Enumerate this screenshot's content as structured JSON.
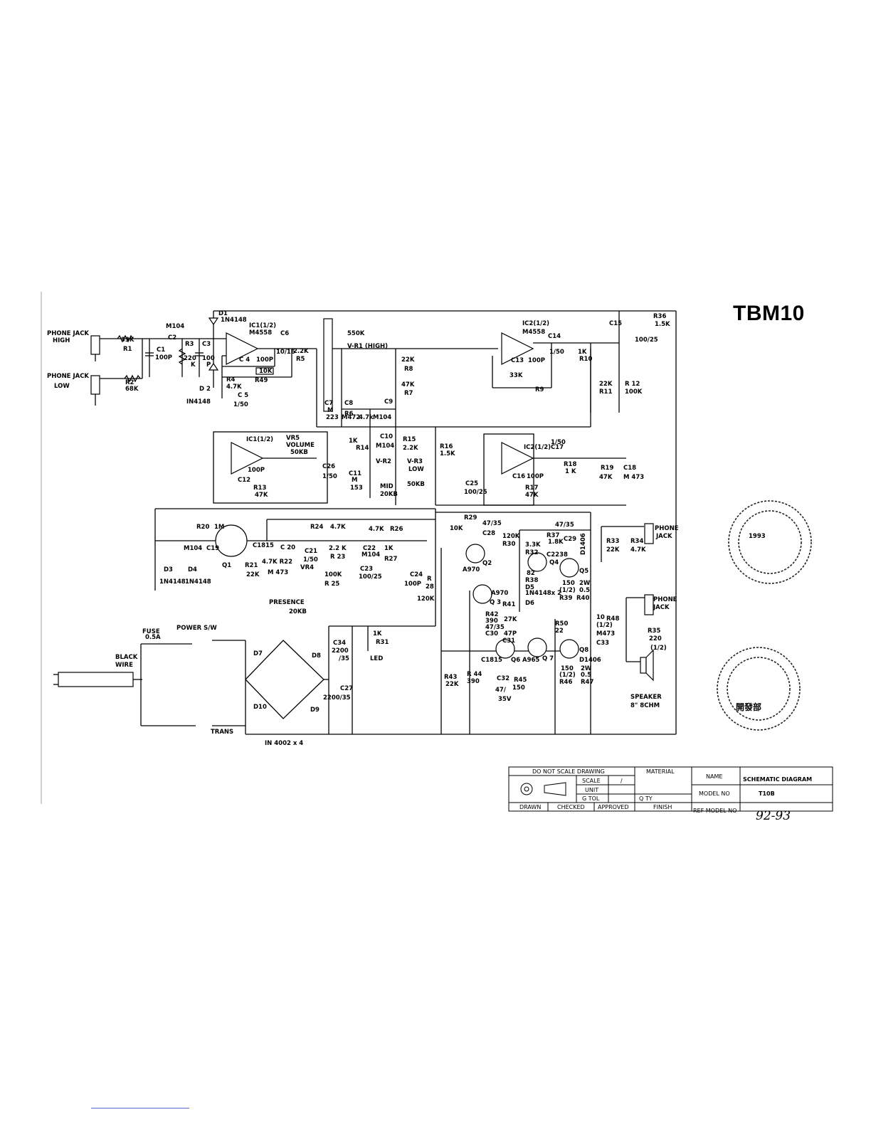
{
  "title": "TBM10",
  "inputs": {
    "jack_high": [
      "PHONE JACK",
      "HIGH"
    ],
    "jack_low": [
      "PHONE JACK",
      "LOW"
    ],
    "r1": [
      "33K",
      "R1"
    ],
    "r2": [
      "R2",
      "68K"
    ],
    "c1": [
      "C1",
      "100P"
    ],
    "c2": [
      "M104",
      "C2"
    ],
    "r3": [
      "R3",
      "220",
      "K"
    ],
    "c3": [
      "C3",
      "100",
      "P"
    ],
    "d1": [
      "D1",
      "1N4148"
    ],
    "d2": [
      "D 2",
      "IN4148"
    ]
  },
  "ic1a": {
    "label": [
      "IC1(1/2)",
      "M4558"
    ],
    "c6": "C6",
    "c6v": "10/16",
    "r5": [
      "2.2K",
      "R5"
    ],
    "c4": [
      "C 4",
      "100P"
    ],
    "r49": [
      "10K",
      "R49"
    ],
    "r4": [
      "R4",
      "4.7K"
    ],
    "c5": [
      "C 5",
      "1/50"
    ]
  },
  "tone": {
    "vr1": [
      "550K",
      "V-R1 (HIGH)"
    ],
    "c7": [
      "C7",
      "M",
      "223"
    ],
    "c8": [
      "C8",
      "M472"
    ],
    "r8": [
      "22K",
      "R8"
    ],
    "r7": [
      "47K",
      "R7"
    ],
    "r6": [
      "R6",
      "4.7k"
    ],
    "c9": [
      "C9",
      "M104"
    ],
    "r14": [
      "1K",
      "R14"
    ],
    "c10": [
      "C10",
      "M104"
    ],
    "r15": [
      "R15",
      "2.2K"
    ],
    "vr2": [
      "V-R2",
      "MID",
      "20KB"
    ],
    "vr3": [
      "V-R3",
      "LOW",
      "50KB"
    ],
    "c11": [
      "C11",
      "M",
      "153"
    ],
    "r16": [
      "R16",
      "1.5K"
    ],
    "c25": [
      "C25",
      "100/25"
    ]
  },
  "ic1b": {
    "label": "IC1(1/2)",
    "vr5": [
      "VR5",
      "VOLUME",
      "50KB"
    ],
    "c26": [
      "C26",
      "1/50"
    ],
    "c12": [
      "C12",
      "100P"
    ],
    "r13": [
      "R13",
      "47K"
    ]
  },
  "ic2a": {
    "label": [
      "IC2(1/2)",
      "M4558"
    ],
    "c14": [
      "C14",
      "1/50"
    ],
    "r10": [
      "1K",
      "R10"
    ],
    "c13": [
      "C13",
      "100P"
    ],
    "r9": [
      "33K",
      "R9"
    ],
    "r11": [
      "22K",
      "R11"
    ],
    "r12": [
      "R 12",
      "100K"
    ],
    "c15": "C15",
    "c15v": "100/25",
    "r36": [
      "R36",
      "1.5K"
    ]
  },
  "ic2b": {
    "label": [
      "IC2(1/2)",
      "C17"
    ],
    "c17v": "1/50",
    "r18": [
      "R18",
      "1 K"
    ],
    "c16": [
      "C16",
      "100P"
    ],
    "r17": [
      "R17",
      "47K"
    ],
    "r19": [
      "R19",
      "47K"
    ],
    "c18": [
      "C18",
      "M 473"
    ]
  },
  "presence": {
    "q1": [
      "R20",
      "1M",
      "C19",
      "Q1",
      "C1815"
    ],
    "c19v": "M104",
    "d3": [
      "D3",
      "1N4148"
    ],
    "d4": [
      "D4",
      "1N4148"
    ],
    "r21": [
      "R21",
      "22K"
    ],
    "c20": [
      "C 20",
      "4.7K R22"
    ],
    "vr4": [
      "M 473",
      "VR4"
    ],
    "r24": [
      "R24",
      "4.7K"
    ],
    "c21": [
      "C21",
      "1/50"
    ],
    "r23": [
      "2.2 K",
      "R 23"
    ],
    "r25": [
      "100K",
      "R 25"
    ],
    "r26": [
      "4.7K",
      "R26"
    ],
    "c22": [
      "C22",
      "M104"
    ],
    "r27": [
      "1K",
      "R27"
    ],
    "c23": [
      "C23",
      "100/25"
    ],
    "c24": [
      "C24",
      "100P"
    ],
    "r28": [
      "R",
      "28",
      "120K"
    ],
    "label": [
      "PRESENCE",
      "20KB"
    ]
  },
  "power_amp": {
    "r29": [
      "R29",
      "10K"
    ],
    "c28": [
      "47/35",
      "C28"
    ],
    "r30": [
      "120K",
      "R30"
    ],
    "q2": [
      "A970",
      "Q2"
    ],
    "q3": [
      "A970",
      "Q 3"
    ],
    "r32": [
      "3.3K",
      "R32"
    ],
    "r37": [
      "R37",
      "1.8K"
    ],
    "c29": [
      "47/35",
      "C29"
    ],
    "q4": [
      "C2238",
      "Q4"
    ],
    "q5": [
      "D1406",
      "Q5"
    ],
    "r38": [
      "82",
      "R38"
    ],
    "d56": [
      "D5",
      "1N4148x 2",
      "D6"
    ],
    "r39": [
      "150",
      "(1/2)",
      "R39"
    ],
    "r40": [
      "2W",
      "0.5",
      "R40"
    ],
    "r41": "R41",
    "r42": [
      "R42",
      "390"
    ],
    "c30": [
      "47/35",
      "C30"
    ],
    "r27k": "27K",
    "c31": [
      "47P",
      "C31"
    ],
    "q6": [
      "C1815",
      "Q6"
    ],
    "q7": [
      "A965",
      "Q 7"
    ],
    "q8": [
      "Q8",
      "D1406"
    ],
    "r50": [
      "R50",
      "22"
    ],
    "r48": [
      "10",
      "R48",
      "(1/2)"
    ],
    "c33": [
      "M473",
      "C33"
    ],
    "r46": [
      "150",
      "(1/2)",
      "R46"
    ],
    "r47": [
      "2W",
      "0.5",
      "R47"
    ],
    "r43": [
      "R43",
      "22K"
    ],
    "r44": [
      "R 44",
      "390"
    ],
    "c32": [
      "C32",
      "47/",
      "35V"
    ],
    "r45": [
      "R45",
      "150"
    ]
  },
  "outputs": {
    "r33": [
      "R33",
      "22K"
    ],
    "r34": [
      "R34",
      "4.7K"
    ],
    "jack1": [
      "PHONE",
      "JACK"
    ],
    "jack2": [
      "PHONE",
      "JACK"
    ],
    "r35": [
      "R35",
      "220",
      "(1/2)"
    ],
    "speaker": [
      "SPEAKER",
      "8\"  8CHM"
    ]
  },
  "psu": {
    "fuse": [
      "FUSE",
      "0.5A"
    ],
    "switch": "POWER S/W",
    "wire": [
      "BLACK",
      "WIRE"
    ],
    "trans": "TRANS",
    "diodes": [
      "D7",
      "D8",
      "D10",
      "D9"
    ],
    "bridge": "IN 4002 x 4",
    "c34": [
      "C34",
      "2200",
      "/35"
    ],
    "c27": [
      "C27",
      "2200/35"
    ],
    "r31": [
      "1K",
      "R31",
      "LED"
    ]
  },
  "title_block": {
    "do_not_scale": "DO NOT SCALE DRAWING",
    "scale": "SCALE",
    "scale_val": "/",
    "unit": "UNIT",
    "gtol": "G  TOL",
    "material": "MATERIAL",
    "qty": "Q TY",
    "drawn": "DRAWN",
    "checked": "CHECKED",
    "approved": "APPROVED",
    "finish": "FINISH",
    "name": "NAME",
    "name_val": "SCHEMATIC DIAGRAM",
    "model_no": "MODEL NO",
    "model_val": "T10B",
    "ref_model": "REF MODEL NO",
    "ref_val": "92-93"
  },
  "stamps": {
    "stamp1_text": "1993",
    "stamp2_text": "開發部"
  }
}
